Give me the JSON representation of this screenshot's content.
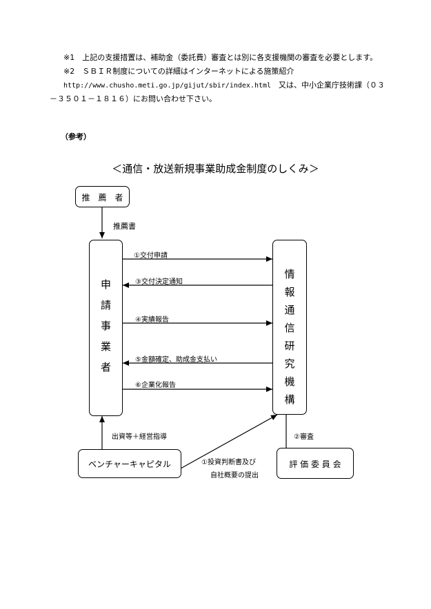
{
  "notes": {
    "note1": "※1　上記の支援措置は、補助金（委託費）審査とは別に各支援機関の審査を必要とします。",
    "note2": "※2　ＳＢＩＲ制度についての詳細はインターネットによる施策紹介",
    "note3_url": "http://www.chusho.meti.go.jp/gijut/sbir/index.html",
    "note3_rest": "　又は、中小企業庁技術課（０３",
    "note4": "－３５０１－１８１６）にお問い合わせ下さい。"
  },
  "reference_heading": "（参考）",
  "diagram": {
    "title": "＜通信・放送新規事業助成金制度のしくみ＞",
    "boxes": {
      "recommender": "推　薦　者",
      "applicant": [
        "申",
        "請",
        "事",
        "業",
        "者"
      ],
      "institute": [
        "情",
        "報",
        "通",
        "信",
        "研",
        "究",
        "機",
        "構"
      ],
      "venture_capital": "ベンチャーキャピタル",
      "committee": "評 価 委 員 会"
    },
    "labels": {
      "recommendation": "推薦書",
      "step1": "①交付申請",
      "step3": "③交付決定通知",
      "step4": "④実績報告",
      "step5": "⑤金額確定、助成金支払い",
      "step6": "⑥企業化報告",
      "investment": "出資等＋経営指導",
      "step2": "②審査",
      "vc_submit_1": "①投資判断書及び",
      "vc_submit_2": "自社概要の提出"
    }
  }
}
